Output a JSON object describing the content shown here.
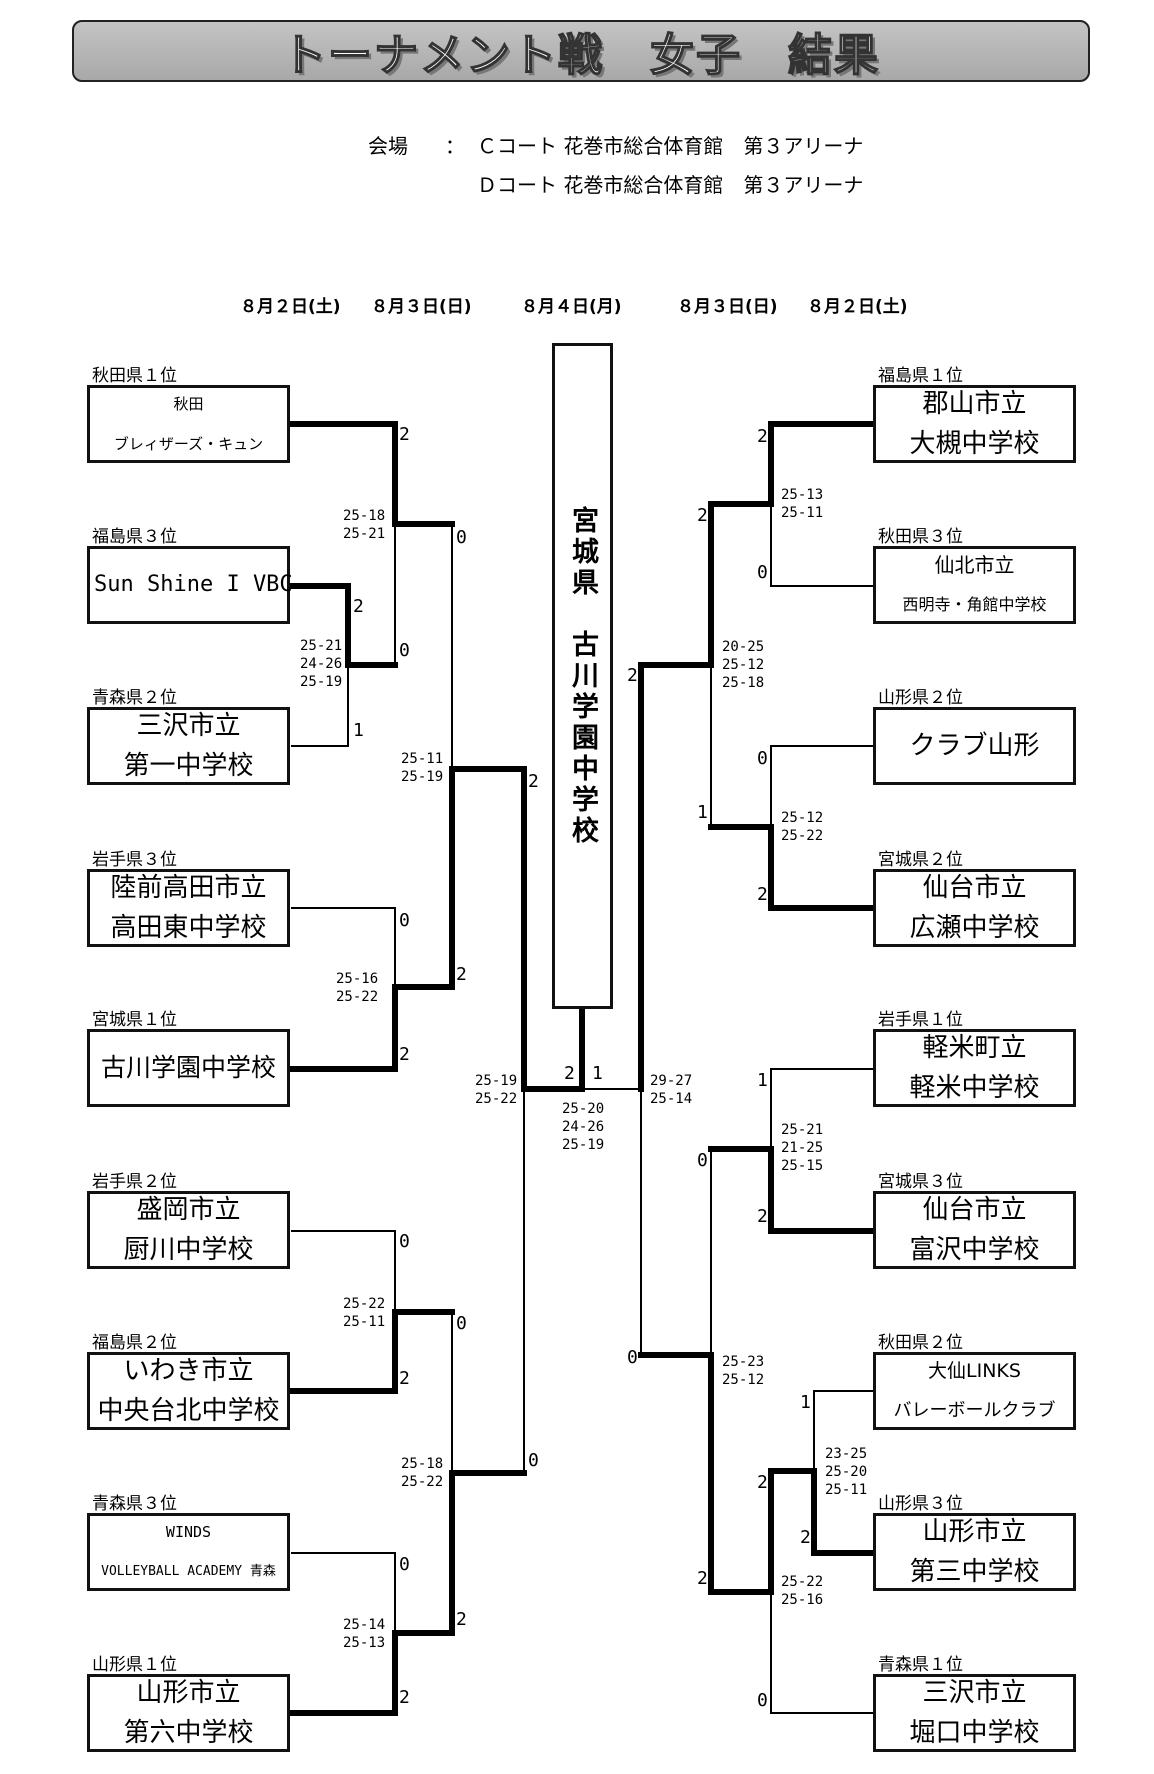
{
  "title": "トーナメント戦　女子　結果",
  "venue": {
    "label": "会場",
    "sep": "：",
    "courts": [
      "Ｃコート 花巻市総合体育館　第３アリーナ",
      "Ｄコート 花巻市総合体育館　第３アリーナ"
    ]
  },
  "dates": [
    "８月２日(土)",
    "８月３日(日)",
    "８月４日(月)",
    "８月３日(日)",
    "８月２日(土)"
  ],
  "champion": "宮城県　古川学園中学校",
  "left_teams": [
    {
      "seed": "秋田県１位",
      "lines": [
        "秋田",
        "ブレィザーズ・キュン"
      ]
    },
    {
      "seed": "福島県３位",
      "lines": [
        "Sun Shine I VBC"
      ]
    },
    {
      "seed": "青森県２位",
      "lines": [
        "三沢市立",
        "第一中学校"
      ]
    },
    {
      "seed": "岩手県３位",
      "lines": [
        "陸前高田市立",
        "高田東中学校"
      ]
    },
    {
      "seed": "宮城県１位",
      "lines": [
        "古川学園中学校"
      ]
    },
    {
      "seed": "岩手県２位",
      "lines": [
        "盛岡市立",
        "厨川中学校"
      ]
    },
    {
      "seed": "福島県２位",
      "lines": [
        "いわき市立",
        "中央台北中学校"
      ]
    },
    {
      "seed": "青森県３位",
      "lines": [
        "WINDS",
        "VOLLEYBALL ACADEMY 青森"
      ]
    },
    {
      "seed": "山形県１位",
      "lines": [
        "山形市立",
        "第六中学校"
      ]
    }
  ],
  "right_teams": [
    {
      "seed": "福島県１位",
      "lines": [
        "郡山市立",
        "大槻中学校"
      ]
    },
    {
      "seed": "秋田県３位",
      "lines": [
        "仙北市立",
        "西明寺・角館中学校"
      ]
    },
    {
      "seed": "山形県２位",
      "lines": [
        "クラブ山形"
      ]
    },
    {
      "seed": "宮城県２位",
      "lines": [
        "仙台市立",
        "広瀬中学校"
      ]
    },
    {
      "seed": "岩手県１位",
      "lines": [
        "軽米町立",
        "軽米中学校"
      ]
    },
    {
      "seed": "宮城県３位",
      "lines": [
        "仙台市立",
        "富沢中学校"
      ]
    },
    {
      "seed": "秋田県２位",
      "lines": [
        "大仙LINKS",
        "バレーボールクラブ"
      ]
    },
    {
      "seed": "山形県３位",
      "lines": [
        "山形市立",
        "第三中学校"
      ]
    },
    {
      "seed": "青森県１位",
      "lines": [
        "三沢市立",
        "堀口中学校"
      ]
    }
  ],
  "matches": {
    "L_r1": {
      "top_score": "2",
      "bottom_score": "1",
      "sets": "25-21\n24-26\n25-19"
    },
    "L_r2a": {
      "top_score": "2",
      "bottom_score": "0",
      "sets": "25-18\n25-21"
    },
    "L_r2b": {
      "top_score": "0",
      "bottom_score": "2",
      "sets": "25-16\n25-22"
    },
    "L_r2c": {
      "top_score": "0",
      "bottom_score": "2",
      "sets": "25-22\n25-11"
    },
    "L_r2d": {
      "top_score": "0",
      "bottom_score": "2",
      "sets": "25-14\n25-13"
    },
    "L_r3a": {
      "top_score": "0",
      "bottom_score": "2",
      "sets": "25-11\n25-19"
    },
    "L_r3b": {
      "top_score": "0",
      "bottom_score": "2",
      "sets": "25-18\n25-22"
    },
    "L_sf": {
      "top_score": "2",
      "bottom_score": "0",
      "sets": "25-19\n25-22"
    },
    "final": {
      "left_score": "2",
      "right_score": "1",
      "sets": "25-20\n24-26\n25-19"
    },
    "R_sf": {
      "top_score": "2",
      "bottom_score": "0",
      "sets": "29-27\n25-14"
    },
    "R_r3a": {
      "top_score": "2",
      "bottom_score": "1",
      "sets": "20-25\n25-12\n25-18"
    },
    "R_r3b": {
      "top_score": "0",
      "bottom_score": "2",
      "sets": "25-23\n25-12"
    },
    "R_r2a": {
      "top_score": "2",
      "bottom_score": "0",
      "sets": "25-13\n25-11"
    },
    "R_r2b": {
      "top_score": "0",
      "bottom_score": "2",
      "sets": "25-12\n25-22"
    },
    "R_r2c": {
      "top_score": "1",
      "bottom_score": "2",
      "sets": "25-21\n21-25\n25-15"
    },
    "R_r2d": {
      "top_score": "2",
      "bottom_score": "0",
      "sets": "25-22\n25-16"
    },
    "R_r1": {
      "top_score": "1",
      "bottom_score": "2",
      "sets": "23-25\n25-20\n25-11"
    }
  }
}
